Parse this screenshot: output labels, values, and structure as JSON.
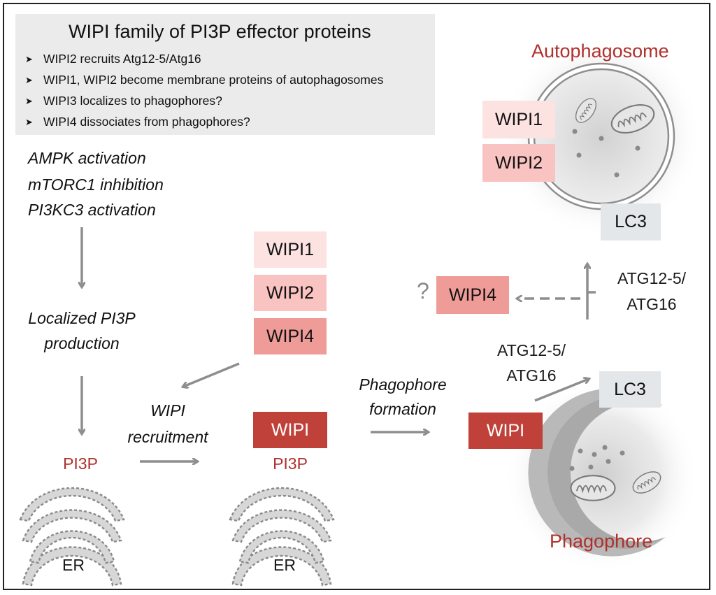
{
  "info": {
    "title": "WIPI family of PI3P effector proteins",
    "bullets": [
      "WIPI2 recruits Atg12-5/Atg16",
      "WIPI1, WIPI2 become membrane proteins of autophagosomes",
      "WIPI3 localizes to phagophores?",
      "WIPI4 dissociates from phagophores?"
    ]
  },
  "left_column": {
    "signals": [
      "AMPK activation",
      "mTORC1 inhibition",
      "PI3KC3 activation"
    ],
    "production": [
      "Localized PI3P",
      "production"
    ],
    "pi3p": "PI3P",
    "er": "ER"
  },
  "recruitment": {
    "label": [
      "WIPI",
      "recruitment"
    ],
    "stack": [
      "WIPI1",
      "WIPI2",
      "WIPI4"
    ],
    "wipi": "WIPI",
    "pi3p": "PI3P",
    "er": "ER"
  },
  "phagophore_formation": {
    "label": [
      "Phagophore",
      "formation"
    ],
    "wipi": "WIPI",
    "atg": [
      "ATG12-5/",
      "ATG16"
    ],
    "lc3": "LC3",
    "title": "Phagophore"
  },
  "autophagosome": {
    "title": "Autophagosome",
    "wipi1": "WIPI1",
    "wipi2": "WIPI2",
    "lc3": "LC3"
  },
  "wipi4_branch": {
    "question": "?",
    "wipi4": "WIPI4",
    "atg": [
      "ATG12-5/",
      "ATG16"
    ]
  },
  "colors": {
    "title_red": "#b0302c",
    "wipi1_fill": "#fde2e2",
    "wipi2_fill": "#f8c3c1",
    "wipi4_fill": "#ef9c98",
    "wipi_fill": "#c0413a",
    "lc3_fill": "#e4e7e9",
    "arrow": "#8e8e8e"
  },
  "icons": [
    "arrow-right-bullet-icon",
    "mitochondrion-icon",
    "er-membrane-icon"
  ]
}
